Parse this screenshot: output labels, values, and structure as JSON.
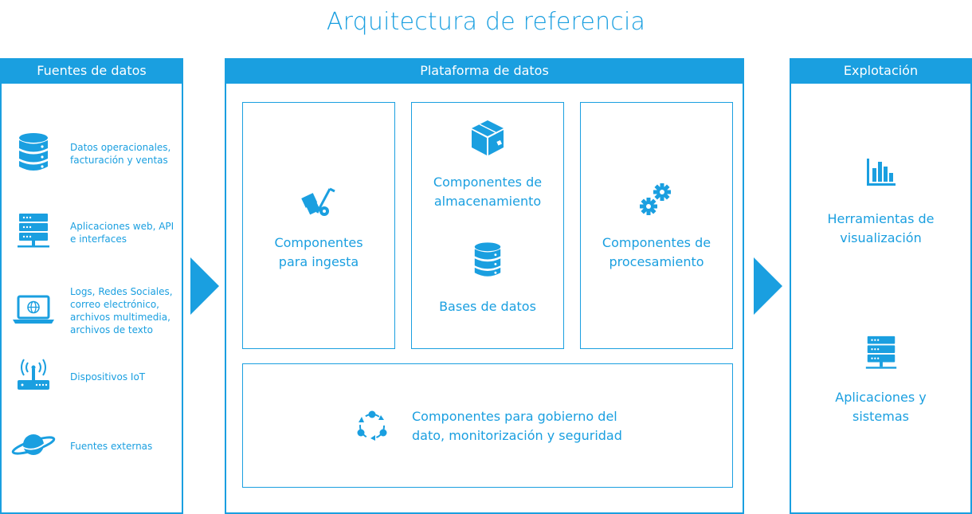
{
  "title": "Arquitectura de referencia",
  "colors": {
    "accent": "#1a9fe0",
    "background": "#ffffff"
  },
  "columns": {
    "fuentes": {
      "header": "Fuentes de datos",
      "items": [
        {
          "icon": "database-icon",
          "label_line1": "Datos operacionales,",
          "label_line2": "facturación y ventas"
        },
        {
          "icon": "server-icon",
          "label_line1": "Aplicaciones web, API",
          "label_line2": "e interfaces"
        },
        {
          "icon": "laptop-globe-icon",
          "label_line1": "Logs, Redes Sociales,",
          "label_line2": "correo electrónico,",
          "label_line3": "archivos multimedia,",
          "label_line4": "archivos de texto"
        },
        {
          "icon": "router-icon",
          "label_line1": "Dispositivos IoT"
        },
        {
          "icon": "planet-icon",
          "label_line1": "Fuentes externas"
        }
      ]
    },
    "plataforma": {
      "header": "Plataforma de datos",
      "ingesta": {
        "icon": "hand-truck-icon",
        "label_line1": "Componentes",
        "label_line2": "para ingesta"
      },
      "almacenamiento": {
        "icon": "box-icon",
        "label_line1": "Componentes de",
        "label_line2": "almacenamiento"
      },
      "bases": {
        "icon": "database-icon",
        "label": "Bases de datos"
      },
      "procesamiento": {
        "icon": "gears-icon",
        "label_line1": "Componentes de",
        "label_line2": "procesamiento"
      },
      "gobierno": {
        "icon": "cycle-icon",
        "label_line1": "Componentes para gobierno del",
        "label_line2": "dato, monitorización y seguridad"
      }
    },
    "explotacion": {
      "header": "Explotación",
      "visualizacion": {
        "icon": "bar-chart-icon",
        "label_line1": "Herramientas de",
        "label_line2": "visualización"
      },
      "aplicaciones": {
        "icon": "server-icon",
        "label_line1": "Aplicaciones y",
        "label_line2": "sistemas"
      }
    }
  }
}
